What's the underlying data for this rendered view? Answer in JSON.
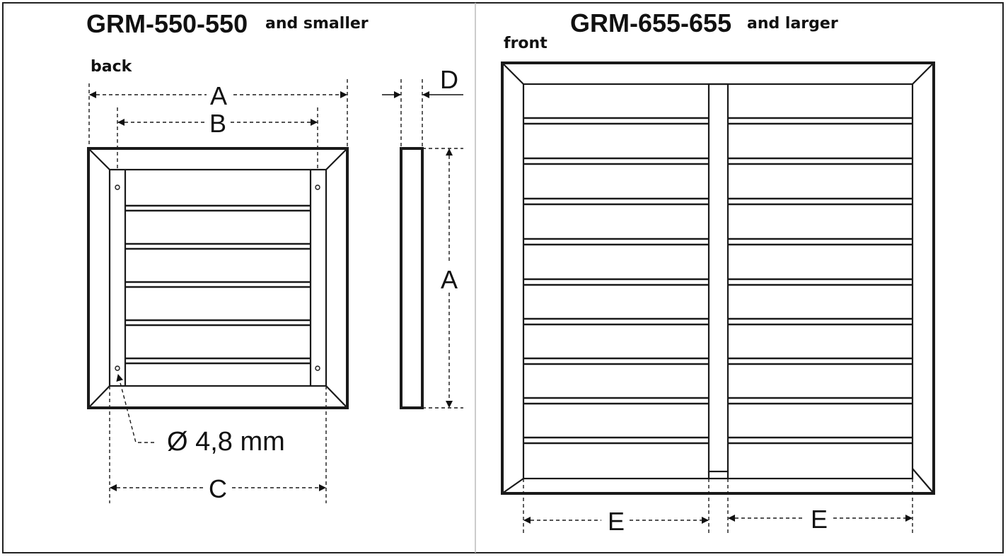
{
  "left_panel": {
    "title": "GRM-550-550",
    "subtitle": "and smaller",
    "view_label": "back",
    "dim_a_top": "A",
    "dim_b": "B",
    "dim_c": "C",
    "dim_d": "D",
    "dim_a_side": "A",
    "hole_label": "Ø 4,8 mm"
  },
  "right_panel": {
    "title": "GRM-655-655",
    "subtitle": "and larger",
    "view_label": "front",
    "dim_e_left": "E",
    "dim_e_right": "E"
  }
}
